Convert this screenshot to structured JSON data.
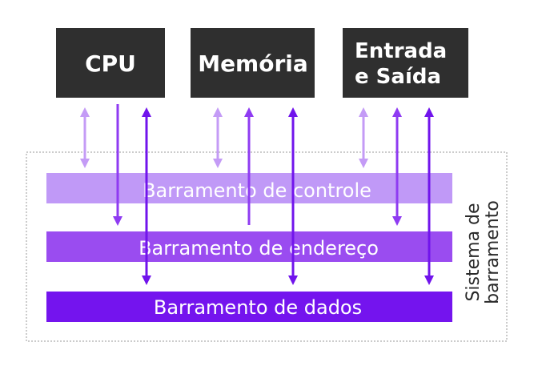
{
  "components": {
    "cpu": {
      "label": "CPU"
    },
    "memory": {
      "label": "Memória"
    },
    "io": {
      "line1": "Entrada",
      "line2": "e Saída"
    }
  },
  "buses": {
    "control": {
      "label": "Barramento de controle"
    },
    "address": {
      "label": "Barramento de endereço"
    },
    "data": {
      "label": "Barramento de dados"
    }
  },
  "system_label": {
    "line1": "Sistema de",
    "line2": "barramento"
  },
  "colors": {
    "component_fill": "#2f2f2f",
    "control_bus": "#c099f7",
    "address_bus": "#9a4cf0",
    "data_bus": "#7414ee",
    "control_arrow": "#c49bf6",
    "address_arrow": "#8f3bf2",
    "data_arrow": "#7114ec"
  }
}
